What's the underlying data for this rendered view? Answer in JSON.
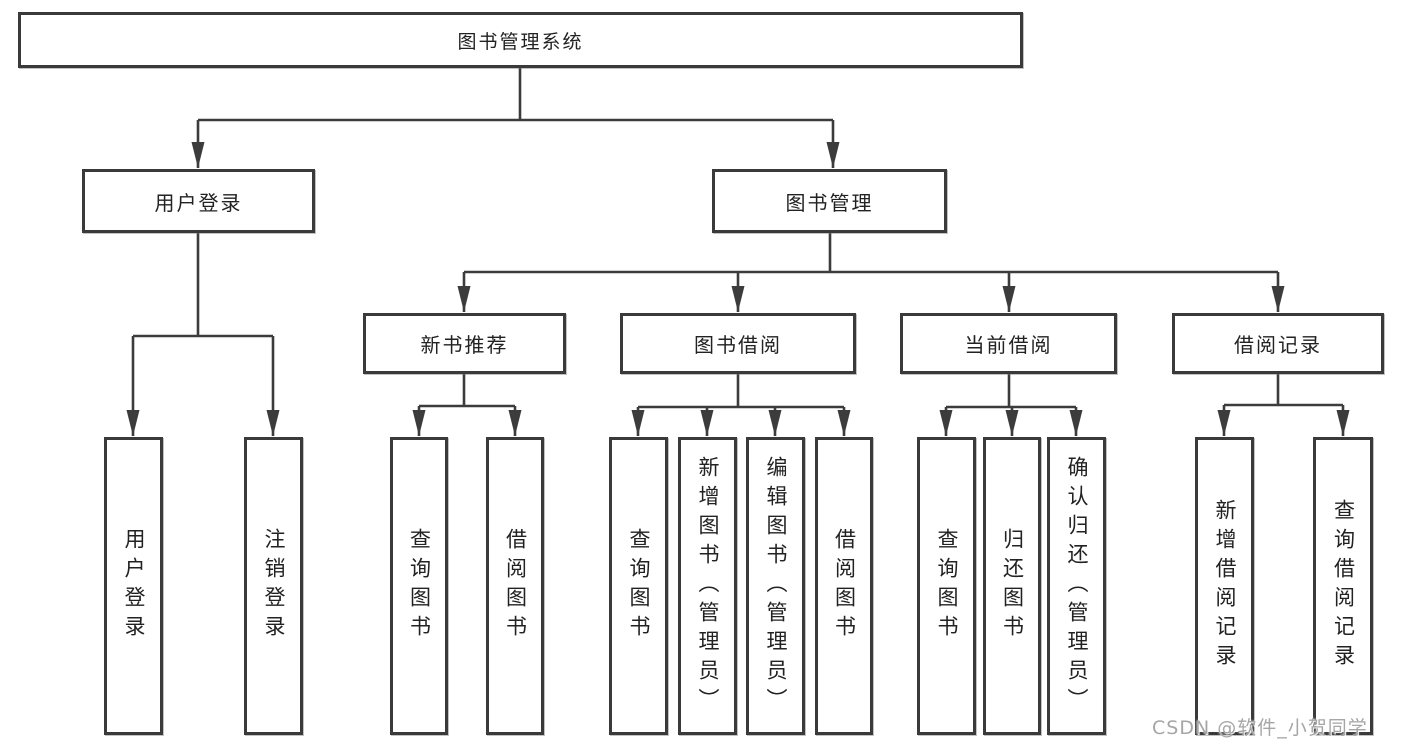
{
  "diagram_type": "hierarchy-tree",
  "tree": {
    "root": "图书管理系统",
    "children": [
      {
        "label": "用户登录",
        "children": [
          "用户登录",
          "注销登录"
        ]
      },
      {
        "label": "图书管理",
        "children": [
          {
            "label": "新书推荐",
            "children": [
              "查询图书",
              "借阅图书"
            ]
          },
          {
            "label": "图书借阅",
            "children": [
              "查询图书",
              "新增图书（管理员）",
              "编辑图书（管理员）",
              "借阅图书"
            ]
          },
          {
            "label": "当前借阅",
            "children": [
              "查询图书",
              "归还图书",
              "确认归还（管理员）"
            ]
          },
          {
            "label": "借阅记录",
            "children": [
              "新增借阅记录",
              "查询借阅记录"
            ]
          }
        ]
      }
    ]
  },
  "watermark": {
    "text": "CSDN @软件_小贺同学",
    "color": "#a6a6a6"
  },
  "colors": {
    "background": "#ffffff",
    "box_border": "#3a3a3a",
    "connector_line": "#3c3c3c",
    "text": "#222222"
  }
}
